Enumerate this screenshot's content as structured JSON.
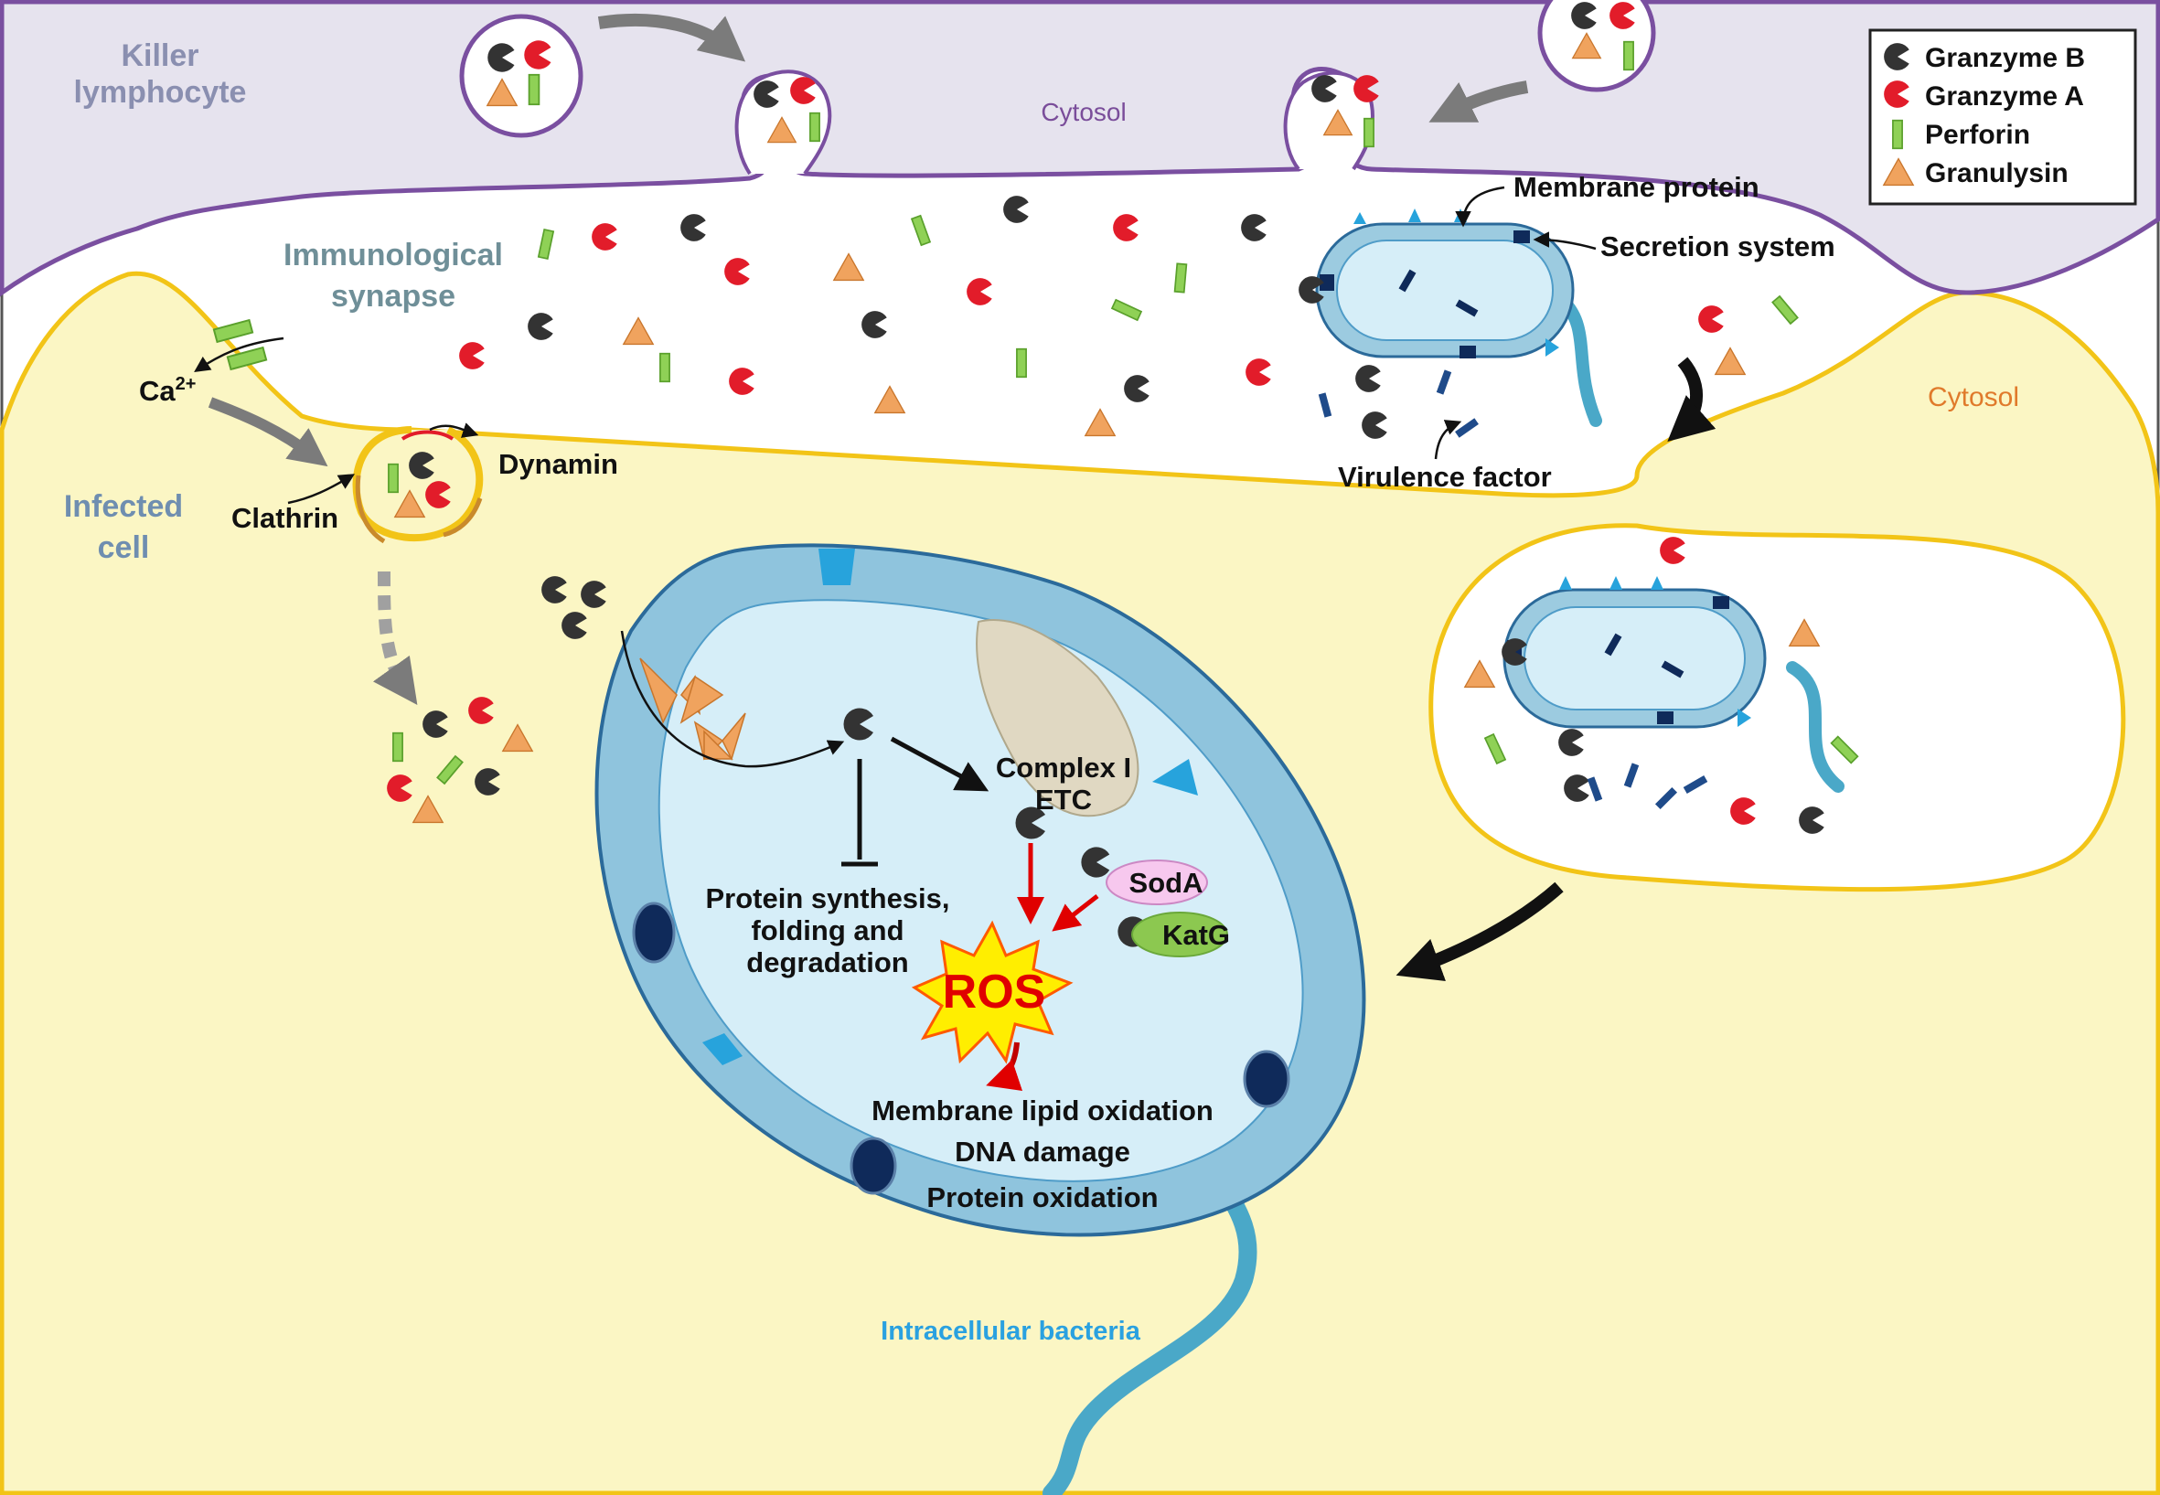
{
  "legend": {
    "items": [
      {
        "label": "Granzyme B",
        "icon": "granzyme-b-icon",
        "color": "#333333"
      },
      {
        "label": "Granzyme A",
        "icon": "granzyme-a-icon",
        "color": "#e21c2a"
      },
      {
        "label": "Perforin",
        "icon": "perforin-icon",
        "color": "#7cc641"
      },
      {
        "label": "Granulysin",
        "icon": "granulysin-icon",
        "color": "#f0a35e"
      }
    ]
  },
  "labels": {
    "killer_lymphocyte": [
      "Killer",
      "lymphocyte"
    ],
    "cytosol_top": "Cytosol",
    "immunological_synapse": [
      "Immunological",
      "synapse"
    ],
    "infected_cell": [
      "Infected",
      "cell"
    ],
    "cytosol_right": "Cytosol",
    "calcium_base": "Ca",
    "calcium_sup": "2+",
    "dynamin": "Dynamin",
    "clathrin": "Clathrin",
    "membrane_protein": "Membrane protein",
    "secretion_system": "Secretion system",
    "virulence_factor": "Virulence factor",
    "complex_i": "Complex I",
    "etc": "ETC",
    "soda": "SodA",
    "katg": "KatG",
    "ros": "ROS",
    "protein_synthesis": [
      "Protein synthesis,",
      "folding and",
      "degradation"
    ],
    "effects": [
      "Membrane lipid oxidation",
      "DNA damage",
      "Protein oxidation"
    ],
    "intracellular_bacteria": "Intracellular bacteria"
  },
  "colors": {
    "killer_membrane": "#7a4fa0",
    "killer_fill": "#e6e3ee",
    "infected_membrane": "#f2c417",
    "infected_fill": "#fbf6c4",
    "bacteria_outer": "#8fc4dd",
    "bacteria_inner": "#d6eef8",
    "bacteria_edge": "#2b6a9a",
    "secretion_dark": "#0f2a5a",
    "membrane_protein_blue": "#27a3dc",
    "ros_burst": "#ffee00",
    "ros_text": "#e00000",
    "soda_fill": "#f7c8ee",
    "katg_fill": "#8cc850",
    "complex_fill": "#e0d8c2",
    "gray_arrow": "#7b7b7b"
  }
}
